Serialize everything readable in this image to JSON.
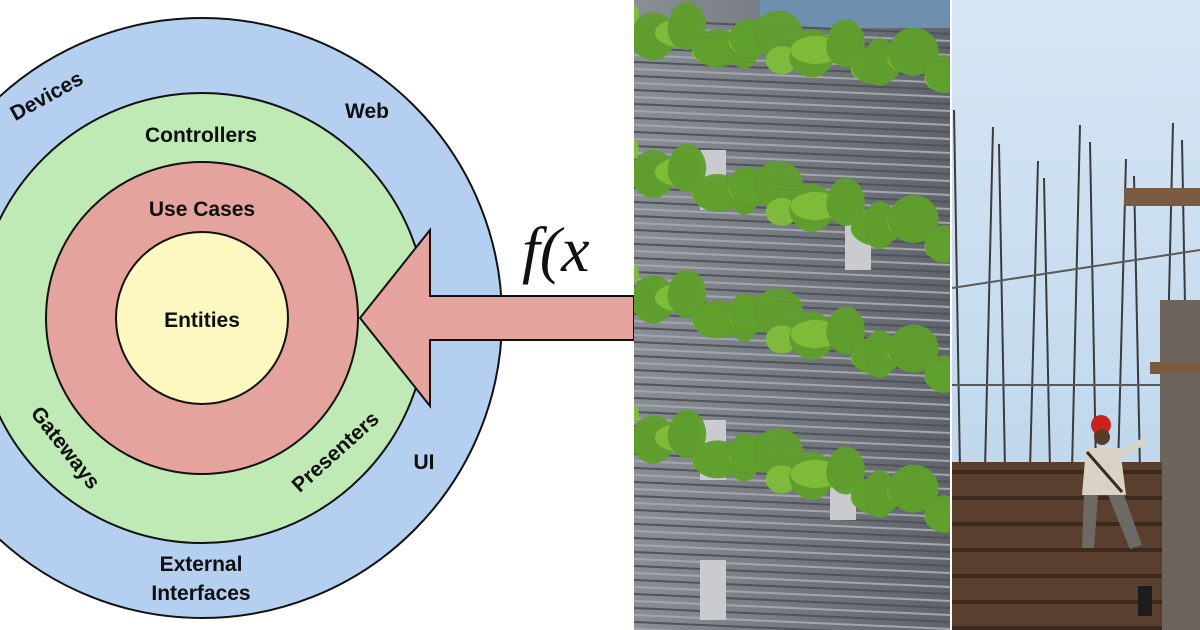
{
  "diagram": {
    "rings": [
      {
        "id": "outer",
        "color": "#b5cff0",
        "labels": [
          "Devices",
          "Web",
          "UI",
          "External",
          "Interfaces"
        ]
      },
      {
        "id": "adapters",
        "color": "#bfe9b5",
        "labels": [
          "Controllers",
          "Gateways",
          "Presenters"
        ]
      },
      {
        "id": "use-cases",
        "color": "#e4a39c",
        "labels": [
          "Use Cases"
        ]
      },
      {
        "id": "core",
        "color": "#fcf8c0",
        "labels": [
          "Entities"
        ]
      }
    ],
    "arrow_color": "#e5a49d",
    "formula": "f(x"
  },
  "photos": [
    {
      "subject": "building with hanging plants",
      "colors": {
        "facade": "#7b7f86",
        "foliage": "#5f9e2c"
      }
    },
    {
      "subject": "construction worker on scaffolding",
      "colors": {
        "sky": "#cfe2f3",
        "steel": "#5b3f2e"
      }
    }
  ]
}
